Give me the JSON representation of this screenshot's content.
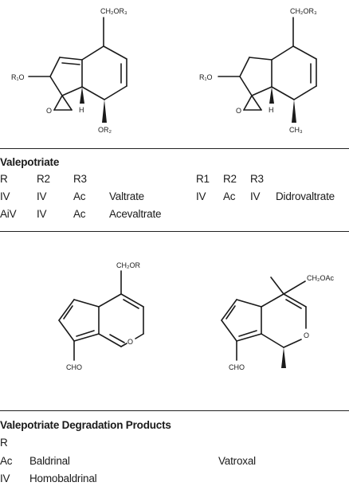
{
  "structure1": {
    "sub_top": "CH₂OR₃",
    "sub_left": "R₁O",
    "sub_bottom": "OR₂",
    "atom_o": "O",
    "atom_h": "H"
  },
  "structure2": {
    "sub_top": "CH₂OR₃",
    "sub_left": "R₁O",
    "sub_bottom": "CH₃",
    "atom_o": "O",
    "atom_h": "H"
  },
  "section1": {
    "title": "Valepotriate",
    "left": {
      "headers": [
        "R",
        "R2",
        "R3"
      ],
      "rows": [
        {
          "c1": "IV",
          "c2": "IV",
          "c3": "Ac",
          "name": "Valtrate"
        },
        {
          "c1": "AiV",
          "c2": "IV",
          "c3": "Ac",
          "name": "Acevaltrate"
        }
      ]
    },
    "right": {
      "headers": [
        "R1",
        "R2",
        "R3"
      ],
      "rows": [
        {
          "c1": "IV",
          "c2": "Ac",
          "c3": "IV",
          "name": "Didrovaltrate"
        }
      ]
    }
  },
  "structure3": {
    "sub_top": "CH₂OR",
    "sub_bottom": "CHO",
    "atom_o": "O"
  },
  "structure4": {
    "sub_top": "CH₂OAc",
    "sub_bottom": "CHO",
    "atom_o": "O"
  },
  "section2": {
    "title": "Valepotriate Degradation Products",
    "header": "R",
    "rows": [
      {
        "r": "Ac",
        "name": "Baldrinal"
      },
      {
        "r": "IV",
        "name": "Homobaldrinal"
      }
    ],
    "right_name": "Vatroxal"
  }
}
